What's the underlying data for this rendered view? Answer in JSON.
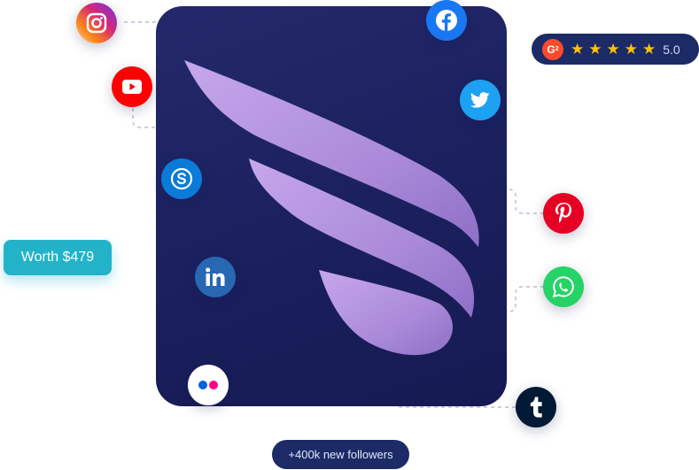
{
  "rating": {
    "brand": "G",
    "brand_sup": "2",
    "stars": [
      "★",
      "★",
      "★",
      "★",
      "★"
    ],
    "value": "5.0",
    "star_color": "#ffc107"
  },
  "worth_badge": {
    "label": "Worth $479",
    "color": "#22b3c9"
  },
  "followers_badge": {
    "label": "+400k new followers"
  },
  "card": {
    "color": "#1c2160",
    "logo_color": "#b794e0"
  },
  "social_icons": [
    {
      "name": "instagram-icon",
      "color": "#d62976"
    },
    {
      "name": "youtube-icon",
      "color": "#ff0000"
    },
    {
      "name": "facebook-icon",
      "color": "#1877f2"
    },
    {
      "name": "twitter-icon",
      "color": "#1da1f2"
    },
    {
      "name": "skype-icon",
      "color": "#00a8e8"
    },
    {
      "name": "pinterest-icon",
      "color": "#e60023"
    },
    {
      "name": "linkedin-icon",
      "color": "#2867b2"
    },
    {
      "name": "whatsapp-icon",
      "color": "#25d366"
    },
    {
      "name": "flickr-icon",
      "color": "#ff0084"
    },
    {
      "name": "tumblr-icon",
      "color": "#001935"
    }
  ]
}
